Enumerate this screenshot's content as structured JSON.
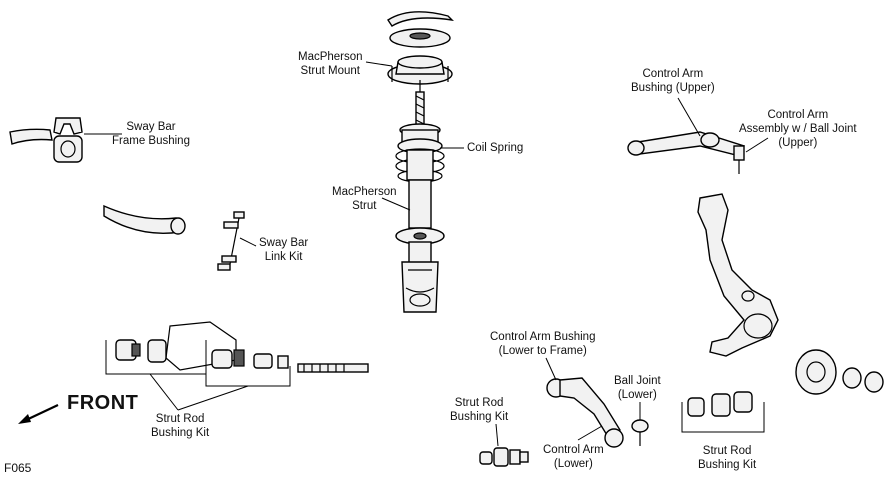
{
  "labels": {
    "strut_mount": [
      "MacPherson",
      "Strut Mount"
    ],
    "coil_spring": "Coil Spring",
    "strut": [
      "MacPherson",
      "Strut"
    ],
    "sway_bar_frame_bushing": [
      "Sway Bar",
      "Frame Bushing"
    ],
    "sway_bar_link_kit": [
      "Sway Bar",
      "Link Kit"
    ],
    "control_arm_bushing_upper": [
      "Control Arm",
      "Bushing (Upper)"
    ],
    "control_arm_assembly_upper": [
      "Control Arm",
      "Assembly w / Ball Joint",
      "(Upper)"
    ],
    "strut_rod_bushing_kit_left": [
      "Strut Rod",
      "Bushing Kit"
    ],
    "control_arm_bushing_lower": [
      "Control Arm Bushing",
      "(Lower to Frame)"
    ],
    "ball_joint_lower": [
      "Ball Joint",
      "(Lower)"
    ],
    "strut_rod_bushing_kit_mid": [
      "Strut Rod",
      "Bushing Kit"
    ],
    "control_arm_lower": [
      "Control Arm",
      "(Lower)"
    ],
    "strut_rod_bushing_kit_right": [
      "Strut Rod",
      "Bushing Kit"
    ]
  },
  "front_label": "FRONT",
  "figure_code": "F065",
  "icons": [
    "front-arrow-icon"
  ]
}
